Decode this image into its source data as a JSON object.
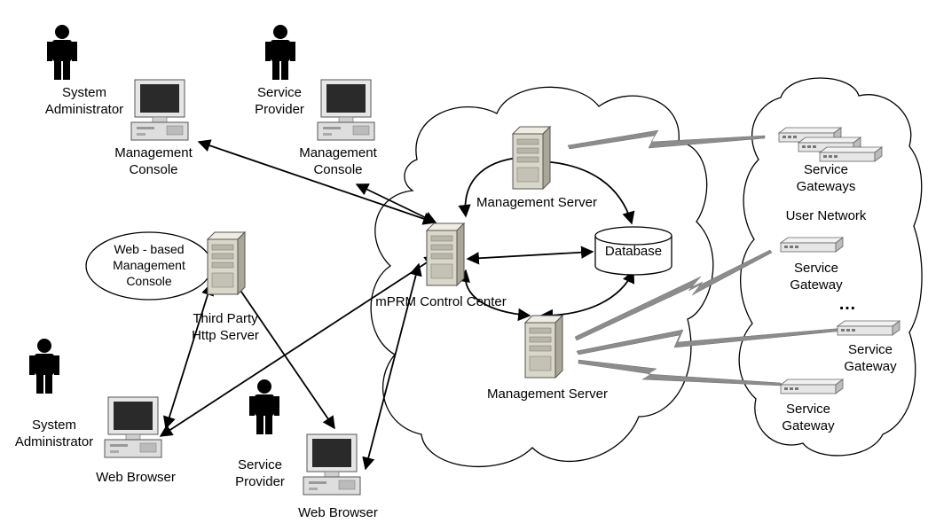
{
  "labels": {
    "sysadmin_top": [
      "System",
      "Administrator"
    ],
    "provider_top": [
      "Service",
      "Provider"
    ],
    "console_left": [
      "Management",
      "Console"
    ],
    "console_mid": [
      "Management",
      "Console"
    ],
    "web_console": [
      "Web - based",
      "Management",
      "Console"
    ],
    "third_party": [
      "Third Party",
      "Http Server"
    ],
    "sysadmin_bottom": [
      "System",
      "Administrator"
    ],
    "provider_bottom": [
      "Service",
      "Provider"
    ],
    "web_browser_left": "Web Browser",
    "web_browser_mid": "Web Browser",
    "control_center": "mPRM Control Center",
    "mgmt_server_top": "Management Server",
    "mgmt_server_bottom": "Management Server",
    "database": "Database",
    "user_network": "User Network",
    "gateways_plural": [
      "Service",
      "Gateways"
    ],
    "gateway_1": [
      "Service",
      "Gateway"
    ],
    "gateway_2": [
      "Service",
      "Gateway"
    ],
    "gateway_3": [
      "Service",
      "Gateway"
    ],
    "ellipsis": "…"
  },
  "colors": {
    "lightning": "#8c8c8c",
    "server_body": "#d9d7c8",
    "monitor_screen": "#2a2a2a",
    "outline": "#000000"
  },
  "icons": {
    "person": "person-icon",
    "workstation": "workstation-icon",
    "server": "server-tower-icon",
    "database": "database-icon",
    "gateway": "gateway-device-icon"
  }
}
